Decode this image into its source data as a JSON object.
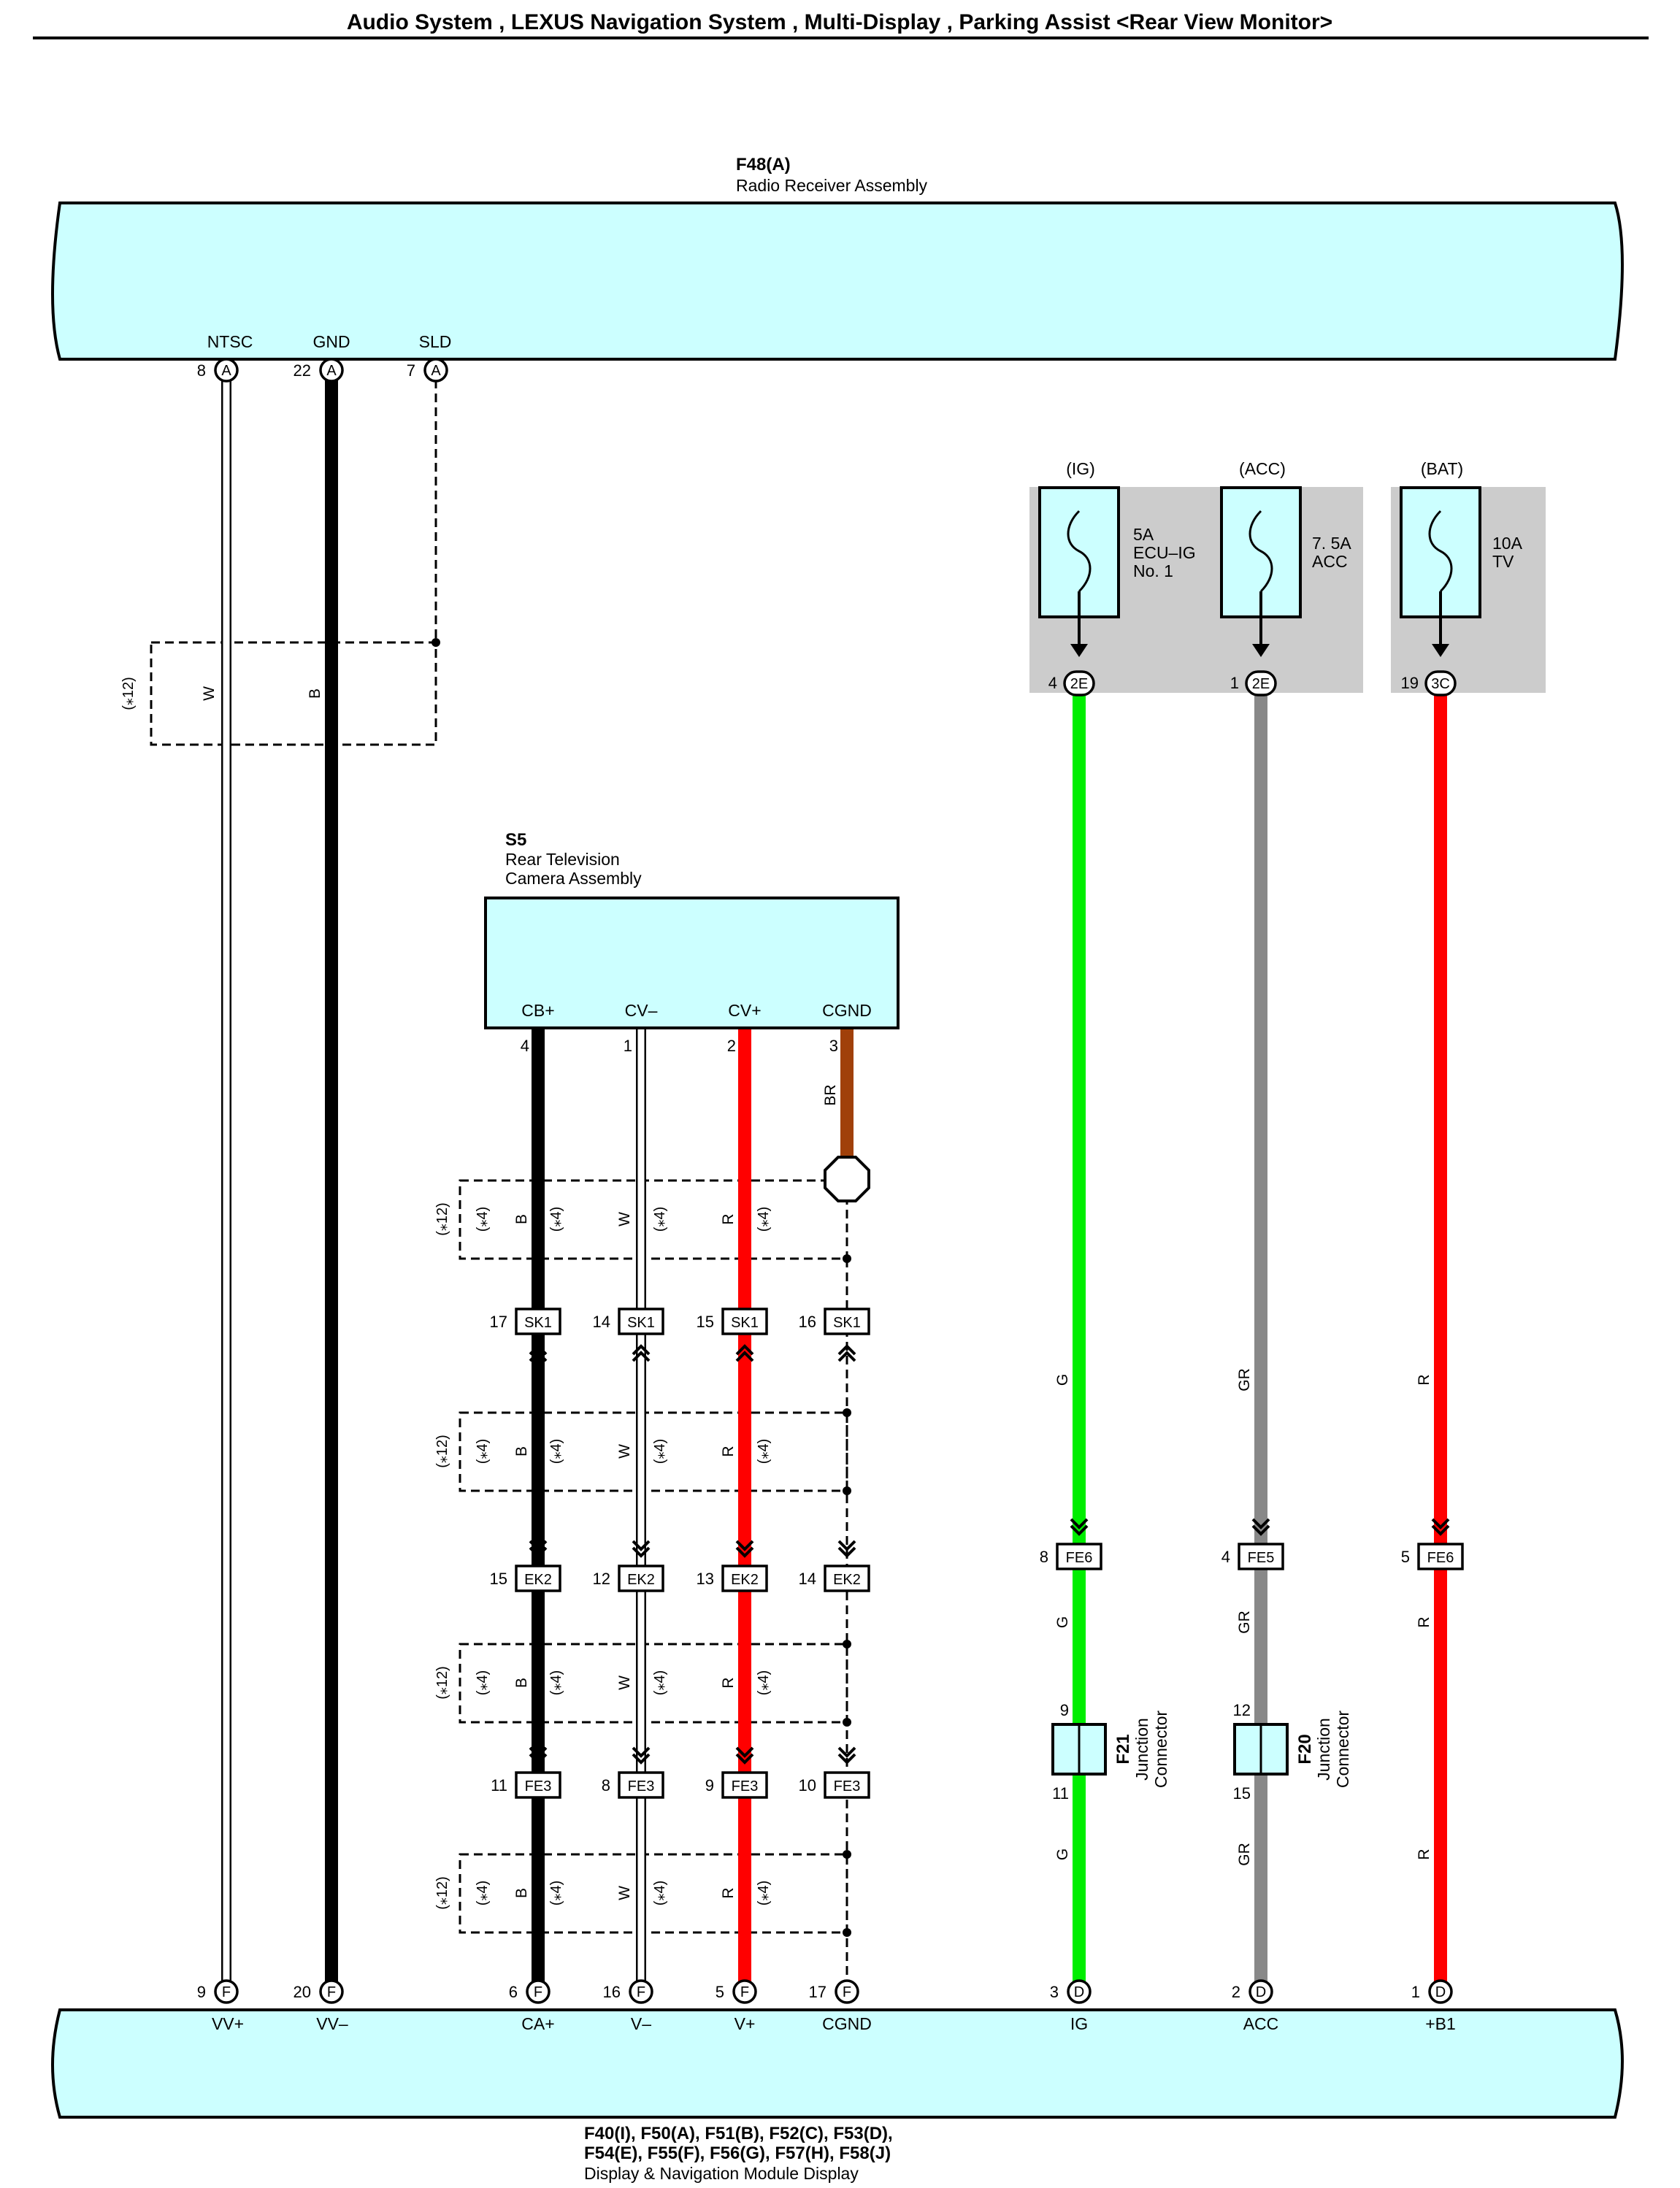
{
  "header": {
    "title": "Audio System , LEXUS Navigation System , Multi-Display , Parking Assist <Rear View Monitor>"
  },
  "radio": {
    "id": "F48(A)",
    "name": "Radio Receiver Assembly",
    "pins": [
      {
        "signal": "NTSC",
        "num": "8",
        "conn": "A"
      },
      {
        "signal": "GND",
        "num": "22",
        "conn": "A"
      },
      {
        "signal": "SLD",
        "num": "7",
        "conn": "A"
      }
    ]
  },
  "camera": {
    "id": "S5",
    "name_line1": "Rear Television",
    "name_line2": "Camera Assembly",
    "pins": [
      {
        "signal": "CB+",
        "num": "4"
      },
      {
        "signal": "CV–",
        "num": "1"
      },
      {
        "signal": "CV+",
        "num": "2"
      },
      {
        "signal": "CGND",
        "num": "3"
      }
    ]
  },
  "display": {
    "id_line1": "F40(I), F50(A), F51(B), F52(C), F53(D),",
    "id_line2": "F54(E), F55(F), F56(G), F57(H), F58(J)",
    "name": "Display & Navigation Module Display",
    "pins": [
      {
        "signal": "VV+",
        "num": "9",
        "conn": "F"
      },
      {
        "signal": "VV–",
        "num": "20",
        "conn": "F"
      },
      {
        "signal": "CA+",
        "num": "6",
        "conn": "F"
      },
      {
        "signal": "V–",
        "num": "16",
        "conn": "F"
      },
      {
        "signal": "V+",
        "num": "5",
        "conn": "F"
      },
      {
        "signal": "CGND",
        "num": "17",
        "conn": "F"
      },
      {
        "signal": "IG",
        "num": "3",
        "conn": "D"
      },
      {
        "signal": "ACC",
        "num": "2",
        "conn": "D"
      },
      {
        "signal": "+B1",
        "num": "1",
        "conn": "D"
      }
    ]
  },
  "fuses": [
    {
      "circuit": "(IG)",
      "line1": "5A",
      "line2": "ECU–IG",
      "line3": "No. 1",
      "pin": "4",
      "conn": "2E",
      "wire_code": "G"
    },
    {
      "circuit": "(ACC)",
      "line1": "7. 5A",
      "line2": "ACC",
      "line3": "",
      "pin": "1",
      "conn": "2E",
      "wire_code": "GR"
    },
    {
      "circuit": "(BAT)",
      "line1": "10A",
      "line2": "TV",
      "line3": "",
      "pin": "19",
      "conn": "3C",
      "wire_code": "R"
    }
  ],
  "connectors": {
    "sk1": {
      "name": "SK1",
      "pins": [
        "17",
        "14",
        "15",
        "16"
      ]
    },
    "ek2": {
      "name": "EK2",
      "pins": [
        "15",
        "12",
        "13",
        "14"
      ]
    },
    "fe3": {
      "name": "FE3",
      "pins": [
        "11",
        "8",
        "9",
        "10"
      ]
    },
    "right": [
      {
        "name": "FE6",
        "pin": "8"
      },
      {
        "name": "FE5",
        "pin": "4"
      },
      {
        "name": "FE6",
        "pin": "5"
      }
    ]
  },
  "junctions": [
    {
      "id": "F21",
      "name_line1": "Junction",
      "name_line2": "Connector",
      "pin_in": "9",
      "pin_out": "11"
    },
    {
      "id": "F20",
      "name_line1": "Junction",
      "name_line2": "Connector",
      "pin_in": "12",
      "pin_out": "15"
    }
  ],
  "wire_codes": {
    "ntsc": "W",
    "gnd": "B",
    "cb": "B",
    "cvm": "W",
    "cvp": "R",
    "cgnd": "BR"
  },
  "notes": {
    "n12": "(⁎12)",
    "n4": "(⁎4)"
  },
  "colors": {
    "component_fill": "#ccffff",
    "fuse_area": "#cccccc",
    "wire_G": "#00ee00",
    "wire_GR": "#888888",
    "wire_R": "#ff0000",
    "wire_B": "#000000",
    "wire_BR": "#a0400a",
    "wire_W": "#ffffff"
  }
}
